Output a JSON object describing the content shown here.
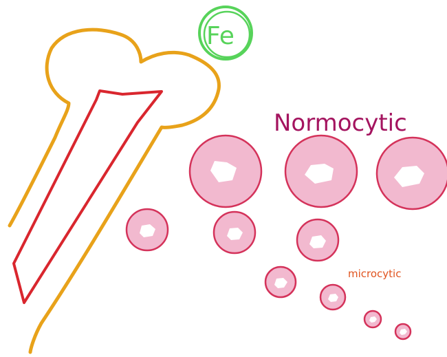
{
  "labels": {
    "fe": "Fe",
    "normocytic": "Normocytic",
    "microcytic": "microcytic"
  },
  "colors": {
    "bone_outline": "#e8a21a",
    "marrow_outline": "#d9262e",
    "iron_circle": "#57d35a",
    "normocytic_text": "#a4145f",
    "microcytic_text": "#e0531e",
    "cell_fill": "#f2b9cf",
    "cell_edge": "#d4325a",
    "cell_center": "#ffffff"
  }
}
